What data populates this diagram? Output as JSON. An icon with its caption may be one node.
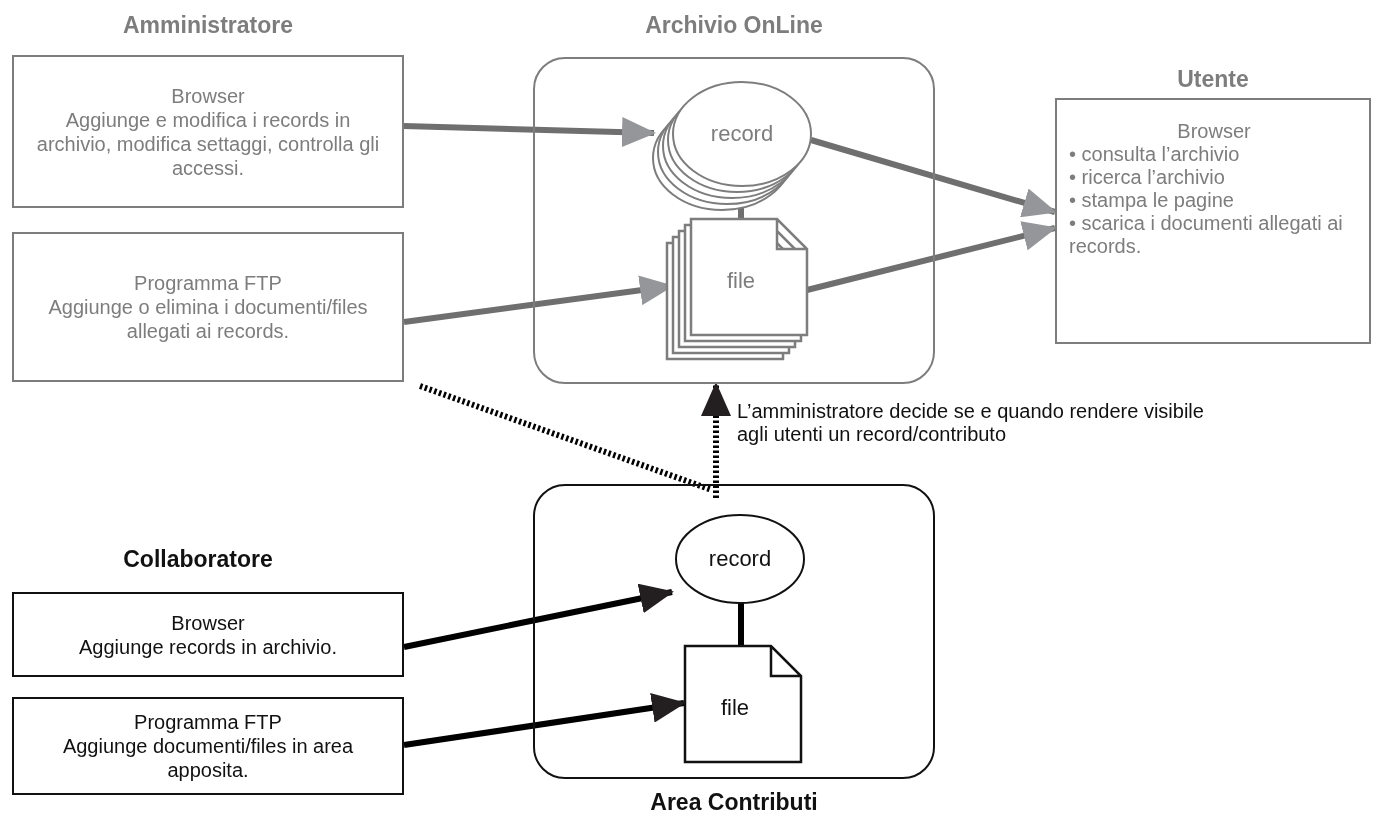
{
  "diagram": {
    "nodes": [
      {
        "text": [
          "Archivio OnLine"
        ]
      },
      {
        "text": [
          "record"
        ],
        "in": 0
      },
      {
        "text": [
          "file"
        ],
        "in": 0
      },
      {
        "text": [
          "Browser",
          "Aggiunge e modifica i records in archivio, modifica settaggi, controlla gli accessi."
        ]
      },
      {
        "text": [
          "Programma FTP",
          "Aggiunge o elimina i documenti/files allegati ai records."
        ]
      },
      {
        "text": [
          "Utente",
          "Browser",
          "• consulta l’archivio",
          "• ricerca l’archivio",
          "• stampa le pagine",
          "• scarica i documenti allegati ai records."
        ]
      },
      {
        "text": [
          "Area Contributi"
        ]
      },
      {
        "text": [
          "record"
        ],
        "in": 6
      },
      {
        "text": [
          "file"
        ],
        "in": 6
      },
      {
        "text": [
          "Browser",
          "Aggiunge  records in archivio."
        ]
      },
      {
        "text": [
          "Programma FTP",
          "Aggiunge documenti/files in area apposita."
        ]
      }
    ],
    "edges": [
      {
        "from": 3,
        "to": 1,
        "arrow": "to"
      },
      {
        "from": 4,
        "to": 2,
        "arrow": "to"
      },
      {
        "from": 1,
        "to": 5,
        "arrow": "to"
      },
      {
        "from": 2,
        "to": 5,
        "arrow": "to"
      },
      {
        "from": 1,
        "to": 2,
        "arrow": "none"
      },
      {
        "from": 7,
        "to": 8,
        "arrow": "none",
        "color": "#000000"
      },
      {
        "from": 9,
        "to": 7,
        "arrow": "to",
        "color": "#000000"
      },
      {
        "from": 10,
        "to": 8,
        "arrow": "to",
        "color": "#000000"
      },
      {
        "from": 6,
        "to": 0,
        "arrow": "to",
        "style": "dashed",
        "color": "#000000",
        "label": "L’amministratore decide se e quando rendere visibile agli utenti un record/contributo"
      },
      {
        "from": 4,
        "to": 6,
        "arrow": "none",
        "style": "dashed",
        "color": "#000000"
      }
    ],
    "labels": [
      "Amministratore",
      "Collaboratore"
    ]
  }
}
